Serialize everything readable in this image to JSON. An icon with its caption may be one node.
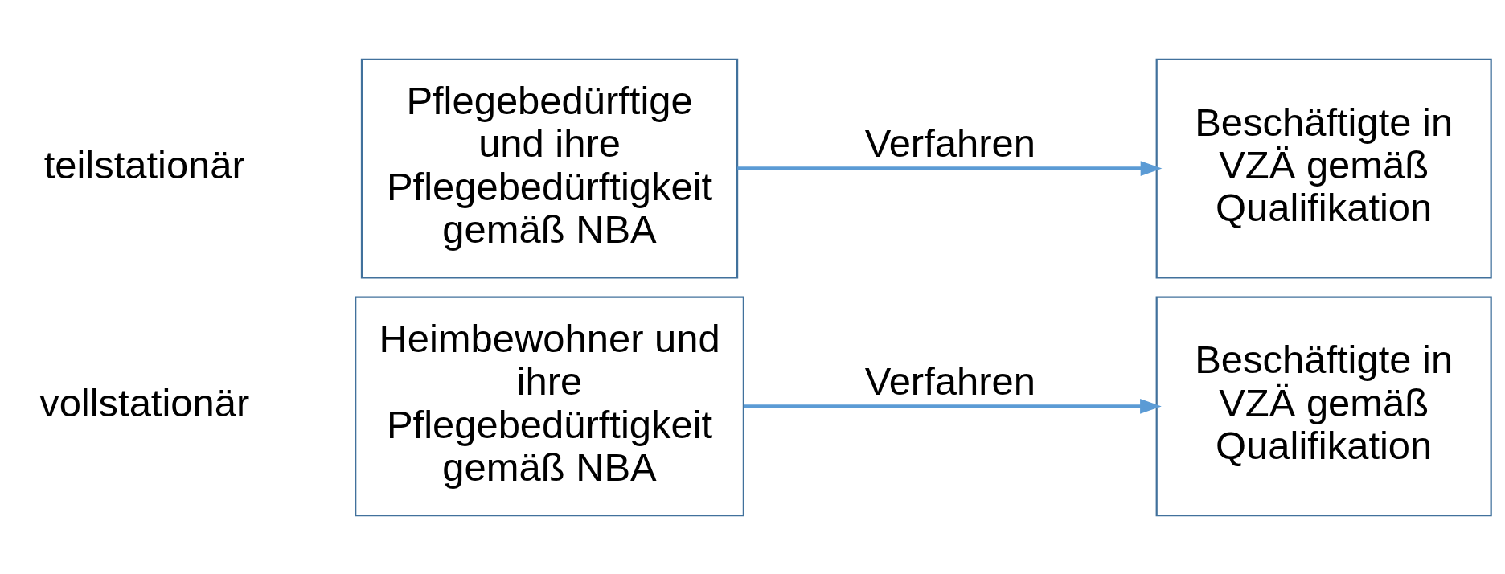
{
  "diagram": {
    "nodes": [
      {
        "text": [
          "Heimbewohner und ihre Pflegebedürftigkeit gemäß NBA"
        ]
      },
      {
        "text": [
          "Beschäftigte in VZÄ gemäß Qualifikation"
        ]
      },
      {
        "text": [
          "Pflegebedürftige und ihre Pflegebedürftigkeit gemäß NBA"
        ]
      },
      {
        "text": [
          "Beschäftigte in VZÄ gemäß Qualifikation"
        ]
      }
    ],
    "edges": [
      {
        "from": 0,
        "to": 1,
        "arrow": "to",
        "label": "Verfahren"
      },
      {
        "from": 2,
        "to": 3,
        "arrow": "to",
        "label": "Verfahren"
      }
    ],
    "labels": [
      "vollstationär",
      "teilstationär"
    ]
  }
}
